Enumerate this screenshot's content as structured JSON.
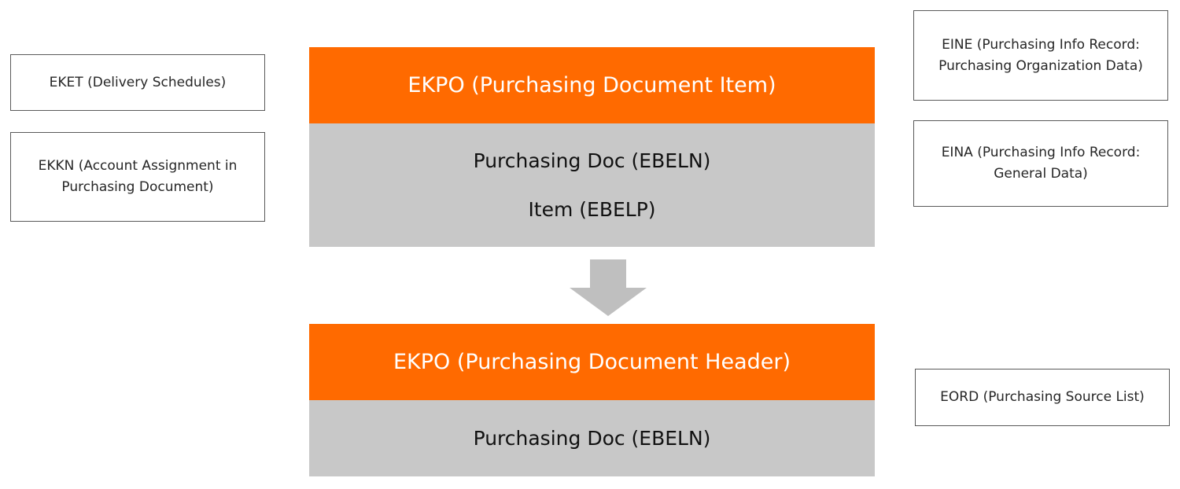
{
  "side_boxes": {
    "eket": {
      "label": "EKET (Delivery Schedules)"
    },
    "ekkn": {
      "line1": "EKKN (Account Assignment in",
      "line2": "Purchasing Document)"
    },
    "eine": {
      "line1": "EINE (Purchasing Info Record:",
      "line2": "Purchasing Organization Data)"
    },
    "eina": {
      "line1": "EINA (Purchasing Info Record:",
      "line2": "General Data)"
    },
    "eord": {
      "label": "EORD (Purchasing Source List)"
    }
  },
  "item_entity": {
    "title": "EKPO (Purchasing Document Item)",
    "fields": [
      "Purchasing Doc (EBELN)",
      "Item (EBELP)"
    ]
  },
  "header_entity": {
    "title": "EKPO (Purchasing Document Header)",
    "fields": [
      "Purchasing Doc (EBELN)"
    ]
  },
  "colors": {
    "header_fill": "#ff6a00",
    "body_fill": "#c8c8c8",
    "arrow_fill": "#bfbfbf",
    "box_border": "#5a5a5a"
  }
}
